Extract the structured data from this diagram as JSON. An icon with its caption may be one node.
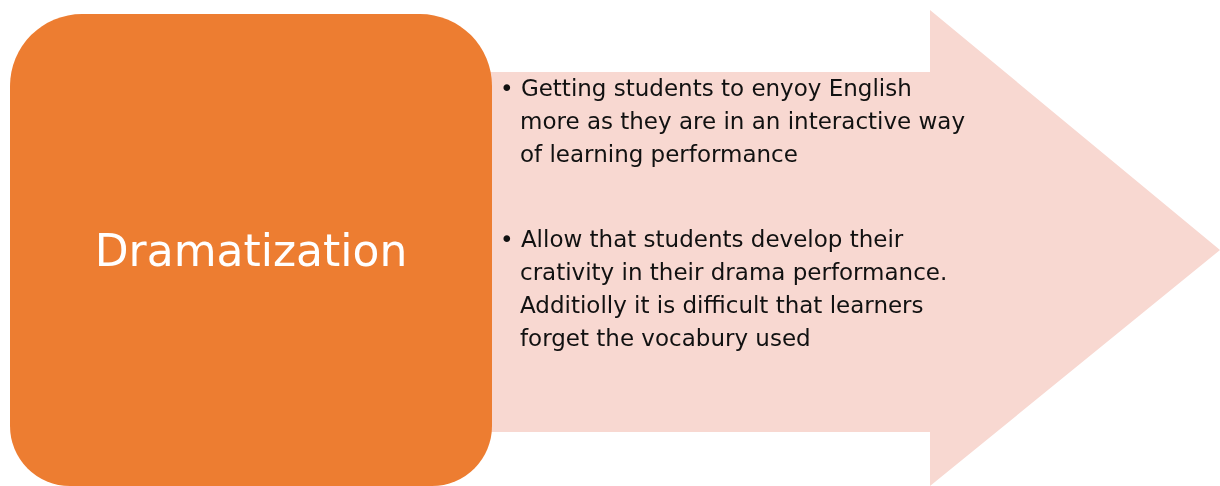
{
  "diagram": {
    "nodes": [
      {
        "text": [
          "Dramatization"
        ]
      },
      {
        "text": [
          "• Getting students to enyoy English more as they are in an interactive way of learning performance",
          "• Allow that students develop their crativity in their drama performance.  Additiolly it is difficult that learners forget the vocabury used"
        ]
      }
    ]
  }
}
